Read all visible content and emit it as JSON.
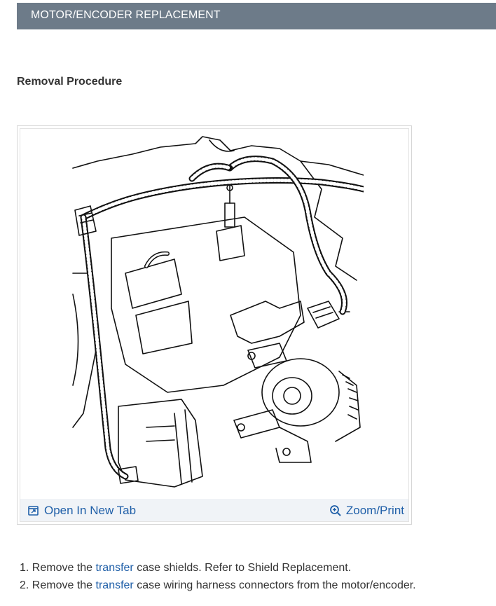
{
  "header": {
    "title": "MOTOR/ENCODER REPLACEMENT"
  },
  "section": {
    "title": "Removal Procedure"
  },
  "figure": {
    "open_tab_label": "Open In New Tab",
    "zoom_label": "Zoom/Print",
    "open_tab_icon": "open-new-tab-icon",
    "zoom_icon": "zoom-magnifier-icon"
  },
  "steps": [
    {
      "number": "1.",
      "before": "Remove the ",
      "link": "transfer",
      "after": " case shields. Refer to Shield Replacement."
    },
    {
      "number": "2.",
      "before": "Remove the ",
      "link": "transfer",
      "after": " case wiring harness connectors from the motor/encoder."
    }
  ],
  "colors": {
    "header_bg": "#6d7b89",
    "link": "#1f5fa8",
    "toolbar_bg": "#f0f3f7"
  }
}
